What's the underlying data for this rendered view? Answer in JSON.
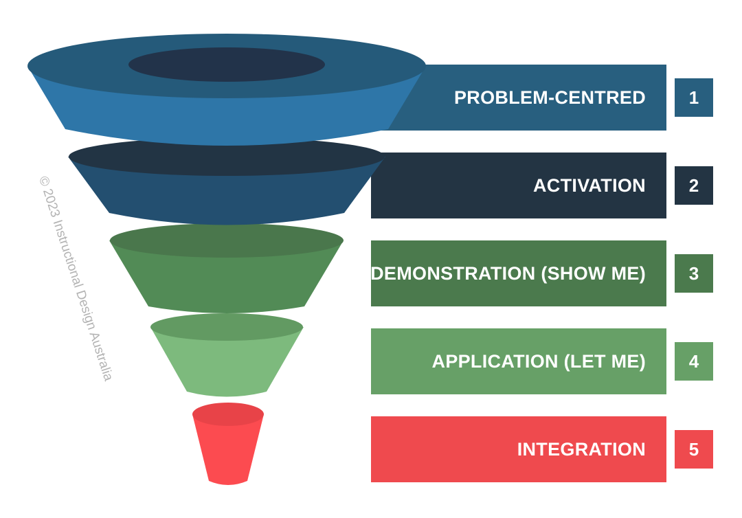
{
  "stages": [
    {
      "number": "1",
      "label": "PROBLEM-CENTRED",
      "band_color": "#285f7f",
      "box_color": "#285f7f",
      "tier_side": "#2e76a8",
      "tier_top": "#255a7a",
      "tier_inner": "#22334a"
    },
    {
      "number": "2",
      "label": "ACTIVATION",
      "band_color": "#233443",
      "box_color": "#233443",
      "tier_side": "#234f70",
      "tier_top": "#223444",
      "tier_inner": "#223444"
    },
    {
      "number": "3",
      "label": "DEMONSTRATION (SHOW ME)",
      "band_color": "#4b7a4d",
      "box_color": "#4b7a4d",
      "tier_side": "#528b56",
      "tier_top": "#4a774c",
      "tier_inner": "#4a774c"
    },
    {
      "number": "4",
      "label": "APPLICATION (LET ME)",
      "band_color": "#67a067",
      "box_color": "#67a067",
      "tier_side": "#7dba7d",
      "tier_top": "#629a62",
      "tier_inner": "#629a62"
    },
    {
      "number": "5",
      "label": "INTEGRATION",
      "band_color": "#ef4a4e",
      "box_color": "#ef4a4e",
      "tier_side": "#fc4b50",
      "tier_top": "#e84348",
      "tier_inner": "#e84348"
    }
  ],
  "watermark": "© 2023 Instructional Design Australia"
}
